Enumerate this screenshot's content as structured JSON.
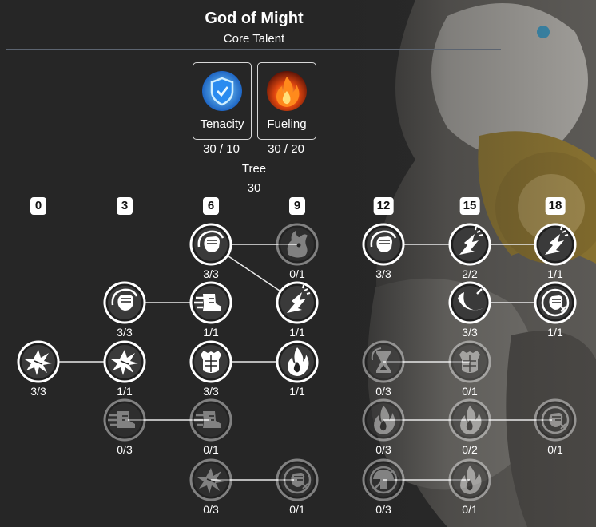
{
  "header": {
    "title": "God of Might",
    "subtitle": "Core Talent"
  },
  "core_talents": [
    {
      "name": "Tenacity",
      "count": "30 / 10",
      "icon": "shield-icon",
      "color": "#1f8bf0"
    },
    {
      "name": "Fueling",
      "count": "30 / 20",
      "icon": "flame-icon",
      "color": "#e04a12"
    }
  ],
  "tree": {
    "label": "Tree",
    "points": "30"
  },
  "tiers": [
    "0",
    "3",
    "6",
    "9",
    "12",
    "15",
    "18"
  ],
  "nodes": [
    {
      "col": 2,
      "row": 0,
      "icon": "fist-swirl-icon",
      "count": "3/3",
      "active": true
    },
    {
      "col": 3,
      "row": 0,
      "icon": "flame-beast-icon",
      "count": "0/1",
      "active": false
    },
    {
      "col": 4,
      "row": 0,
      "icon": "fist-swirl-icon",
      "count": "3/3",
      "active": true
    },
    {
      "col": 5,
      "row": 0,
      "icon": "shatter-icon",
      "count": "2/2",
      "active": true
    },
    {
      "col": 6,
      "row": 0,
      "icon": "shatter-icon",
      "count": "1/1",
      "active": true
    },
    {
      "col": 1,
      "row": 1,
      "icon": "fist-swirl-icon",
      "count": "3/3",
      "active": true
    },
    {
      "col": 2,
      "row": 1,
      "icon": "speed-boot-icon",
      "count": "1/1",
      "active": true
    },
    {
      "col": 3,
      "row": 1,
      "icon": "shatter-icon",
      "count": "1/1",
      "active": true
    },
    {
      "col": 5,
      "row": 1,
      "icon": "slash-icon",
      "count": "3/3",
      "active": true
    },
    {
      "col": 6,
      "row": 1,
      "icon": "fist-no-icon",
      "count": "1/1",
      "active": true
    },
    {
      "col": 0,
      "row": 2,
      "icon": "burst-icon",
      "count": "3/3",
      "active": true
    },
    {
      "col": 1,
      "row": 2,
      "icon": "burst-icon",
      "count": "1/1",
      "active": true
    },
    {
      "col": 2,
      "row": 2,
      "icon": "armor-icon",
      "count": "3/3",
      "active": true
    },
    {
      "col": 3,
      "row": 2,
      "icon": "flame-icon",
      "count": "1/1",
      "active": true
    },
    {
      "col": 4,
      "row": 2,
      "icon": "hourglass-icon",
      "count": "0/3",
      "active": false
    },
    {
      "col": 5,
      "row": 2,
      "icon": "armor-icon",
      "count": "0/1",
      "active": false
    },
    {
      "col": 1,
      "row": 3,
      "icon": "speed-boot-icon",
      "count": "0/3",
      "active": false
    },
    {
      "col": 2,
      "row": 3,
      "icon": "speed-boot-icon",
      "count": "0/1",
      "active": false
    },
    {
      "col": 4,
      "row": 3,
      "icon": "flame-icon",
      "count": "0/3",
      "active": false
    },
    {
      "col": 5,
      "row": 3,
      "icon": "flame-icon",
      "count": "0/2",
      "active": false
    },
    {
      "col": 6,
      "row": 3,
      "icon": "fist-no-icon",
      "count": "0/1",
      "active": false
    },
    {
      "col": 2,
      "row": 4,
      "icon": "burst-icon",
      "count": "0/3",
      "active": false
    },
    {
      "col": 3,
      "row": 4,
      "icon": "fist-no-icon",
      "count": "0/1",
      "active": false
    },
    {
      "col": 4,
      "row": 4,
      "icon": "mushroom-no-icon",
      "count": "0/3",
      "active": false
    },
    {
      "col": 5,
      "row": 4,
      "icon": "flame-icon",
      "count": "0/1",
      "active": false
    }
  ],
  "connections": [
    {
      "from": [
        2,
        0
      ],
      "to": [
        3,
        0
      ]
    },
    {
      "from": [
        2,
        0
      ],
      "to": [
        3,
        1
      ]
    },
    {
      "from": [
        4,
        0
      ],
      "to": [
        5,
        0
      ]
    },
    {
      "from": [
        5,
        0
      ],
      "to": [
        6,
        0
      ]
    },
    {
      "from": [
        1,
        1
      ],
      "to": [
        2,
        1
      ]
    },
    {
      "from": [
        5,
        1
      ],
      "to": [
        6,
        1
      ]
    },
    {
      "from": [
        0,
        2
      ],
      "to": [
        1,
        2
      ]
    },
    {
      "from": [
        2,
        2
      ],
      "to": [
        3,
        2
      ]
    },
    {
      "from": [
        4,
        2
      ],
      "to": [
        5,
        2
      ]
    },
    {
      "from": [
        1,
        3
      ],
      "to": [
        2,
        3
      ]
    },
    {
      "from": [
        4,
        3
      ],
      "to": [
        5,
        3
      ]
    },
    {
      "from": [
        5,
        3
      ],
      "to": [
        6,
        3
      ]
    },
    {
      "from": [
        2,
        4
      ],
      "to": [
        3,
        4
      ]
    },
    {
      "from": [
        4,
        4
      ],
      "to": [
        5,
        4
      ]
    }
  ]
}
